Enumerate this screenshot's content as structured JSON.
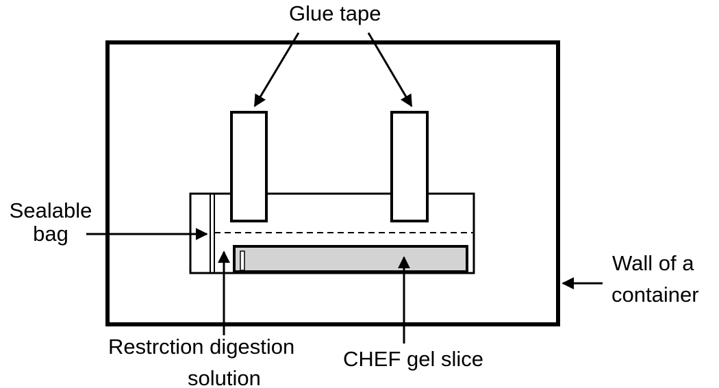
{
  "labels": {
    "glue_tape": "Glue tape",
    "sealable_bag_line1": "Sealable",
    "sealable_bag_line2": "bag",
    "wall_line1": "Wall of a",
    "wall_line2": "container",
    "restriction_line1": "Restrction digestion",
    "restriction_line2": "solution",
    "chef_gel": "CHEF gel slice"
  },
  "colors": {
    "stroke": "#000000",
    "gel_fill": "#d3d3d3",
    "background": "#ffffff"
  }
}
